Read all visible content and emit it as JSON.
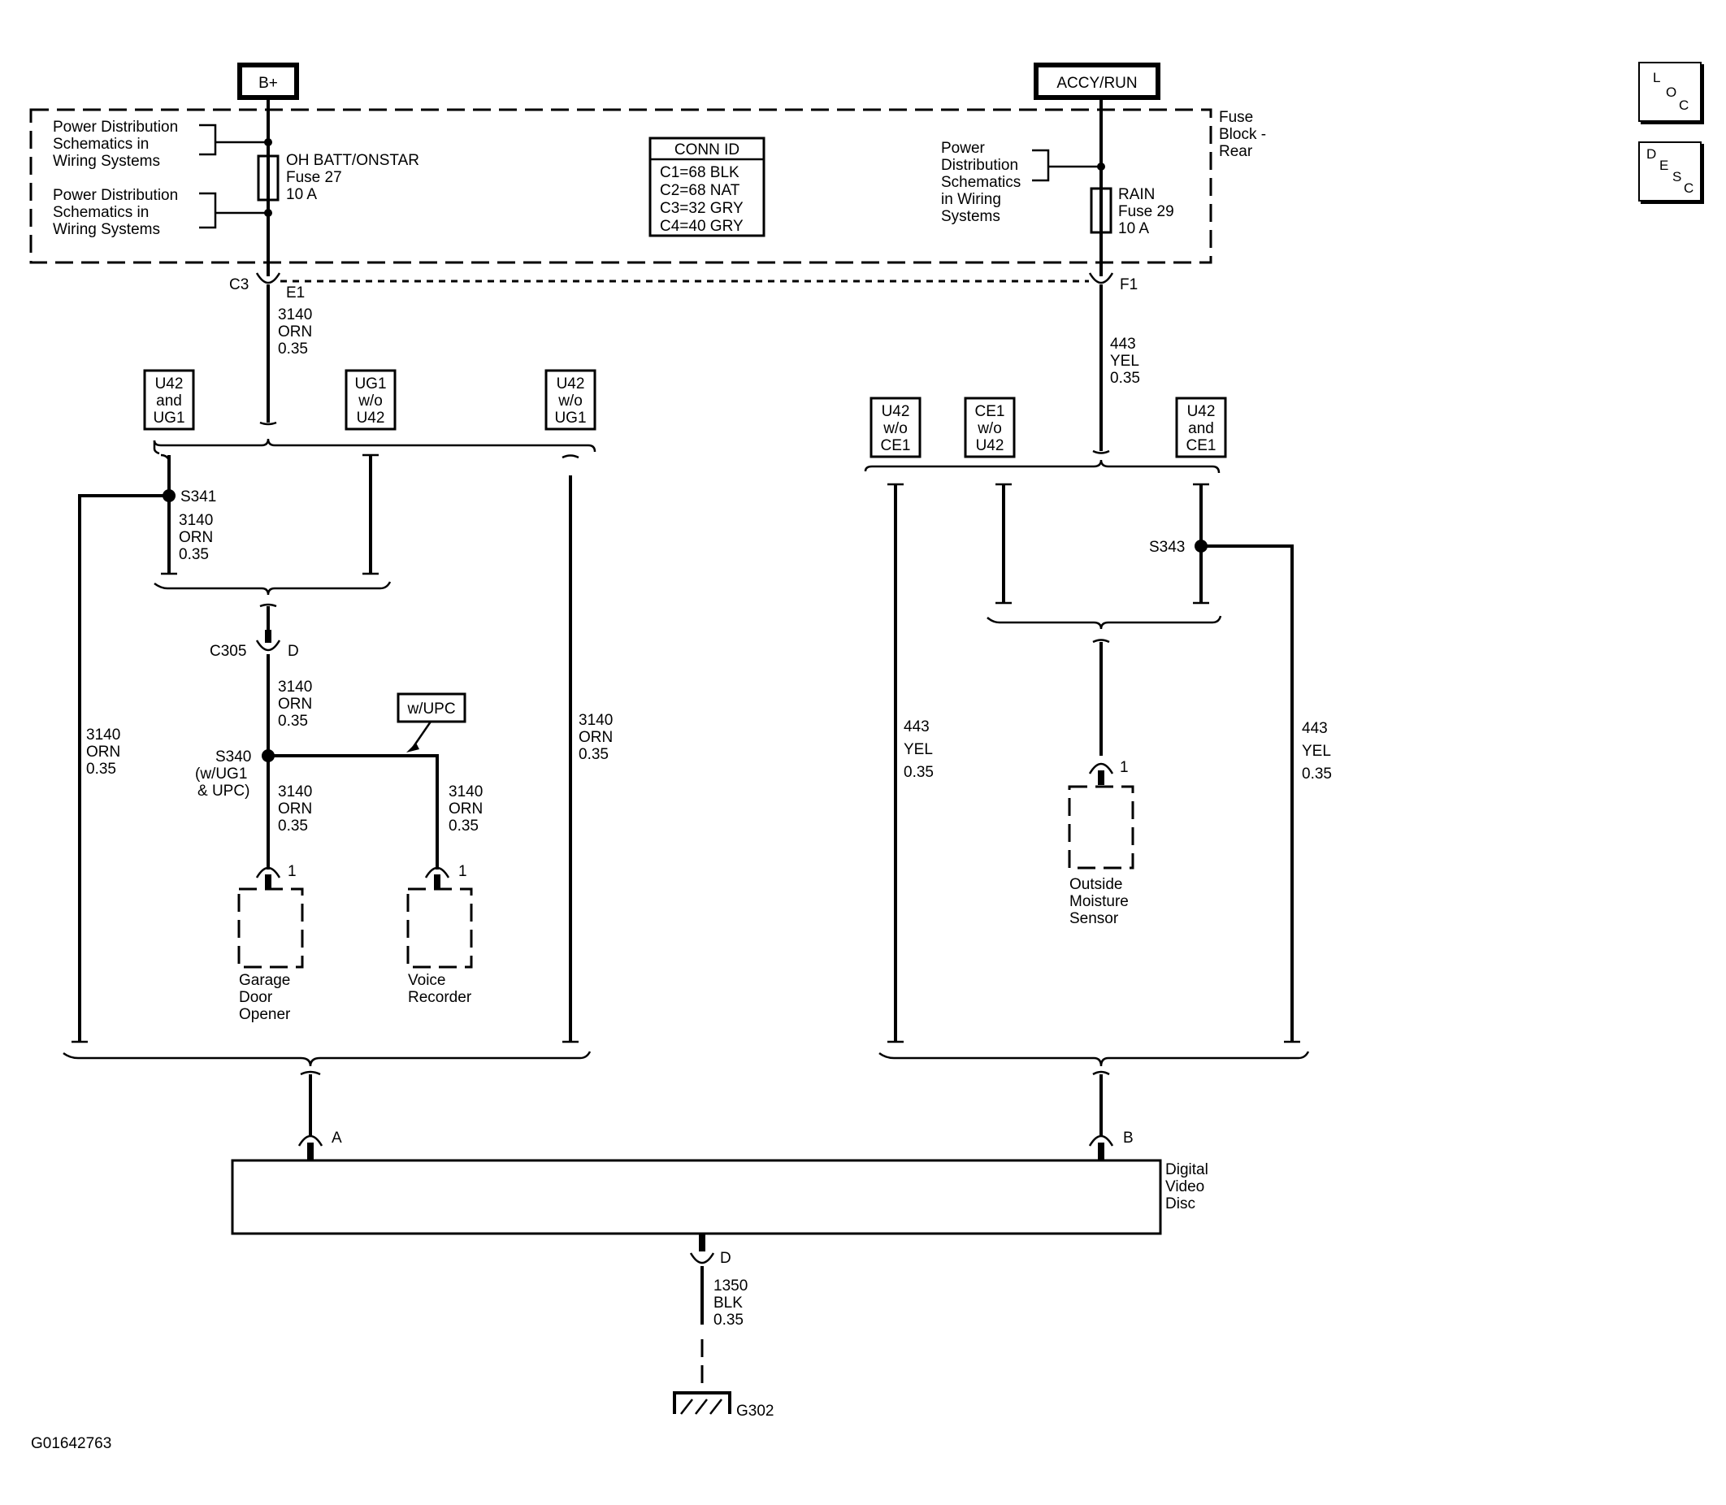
{
  "diagram_id": "G01642763",
  "power_sources": {
    "left": "B+",
    "right": "ACCY/RUN"
  },
  "fuse_block": [
    "Fuse",
    "Block -",
    "Rear"
  ],
  "conn_id": {
    "title": "CONN ID",
    "rows": [
      "C1=68 BLK",
      "C2=68 NAT",
      "C3=32 GRY",
      "C4=40 GRY"
    ]
  },
  "pds_label": [
    "Power Distribution",
    "Schematics in",
    "Wiring Systems"
  ],
  "pds_label_right": [
    "Power",
    "Distribution",
    "Schematics",
    "in Wiring",
    "Systems"
  ],
  "fuse_left": [
    "OH BATT/ONSTAR",
    "Fuse 27",
    "10 A"
  ],
  "fuse_right": [
    "RAIN",
    "Fuse 29",
    "10 A"
  ],
  "connectors": {
    "c3": "C3",
    "e1": "E1",
    "f1": "F1",
    "c305": "C305",
    "d": "D",
    "a": "A",
    "b": "B",
    "pin1": "1",
    "dvd_d": "D"
  },
  "wires": {
    "orn": [
      "3140",
      "ORN",
      "0.35"
    ],
    "yel": [
      "443",
      "YEL",
      "0.35"
    ],
    "blk": [
      "1350",
      "BLK",
      "0.35"
    ]
  },
  "options": {
    "u42_ug1": [
      "U42",
      "and",
      "UG1"
    ],
    "ug1_wo_u42": [
      "UG1",
      "w/o",
      "U42"
    ],
    "u42_wo_ug1": [
      "U42",
      "w/o",
      "UG1"
    ],
    "u42_wo_ce1": [
      "U42",
      "w/o",
      "CE1"
    ],
    "ce1_wo_u42": [
      "CE1",
      "w/o",
      "U42"
    ],
    "u42_ce1": [
      "U42",
      "and",
      "CE1"
    ],
    "wupc": "w/UPC"
  },
  "splices": {
    "s341": "S341",
    "s340": [
      "S340",
      "(w/UG1",
      "& UPC)"
    ],
    "s343": "S343"
  },
  "components": {
    "garage": [
      "Garage",
      "Door",
      "Opener"
    ],
    "voice": [
      "Voice",
      "Recorder"
    ],
    "moisture": [
      "Outside",
      "Moisture",
      "Sensor"
    ],
    "dvd": [
      "Digital",
      "Video",
      "Disc"
    ]
  },
  "ground": "G302",
  "side_buttons": {
    "loc": [
      "L",
      "O",
      "C"
    ],
    "desc": [
      "D",
      "E",
      "S",
      "C"
    ]
  }
}
